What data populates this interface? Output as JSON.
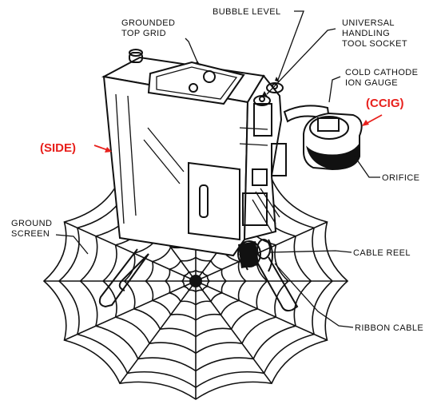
{
  "diagram": {
    "labels": {
      "grounded_top_grid": [
        "GROUNDED",
        "TOP GRID"
      ],
      "bubble_level": [
        "BUBBLE LEVEL"
      ],
      "handling_socket": [
        "UNIVERSAL",
        "HANDLING",
        "TOOL SOCKET"
      ],
      "ion_gauge": [
        "COLD CATHODE",
        "ION GAUGE"
      ],
      "orifice": [
        "ORIFICE"
      ],
      "ground_screen": [
        "GROUND",
        "SCREEN"
      ],
      "cable_reel": [
        "CABLE REEL"
      ],
      "ribbon_cable": [
        "RIBBON CABLE"
      ]
    },
    "annotations": {
      "side": "(SIDE)",
      "ccig": "(CCIG)"
    },
    "colors": {
      "annotation": "#e8201c",
      "ink": "#111111"
    }
  }
}
